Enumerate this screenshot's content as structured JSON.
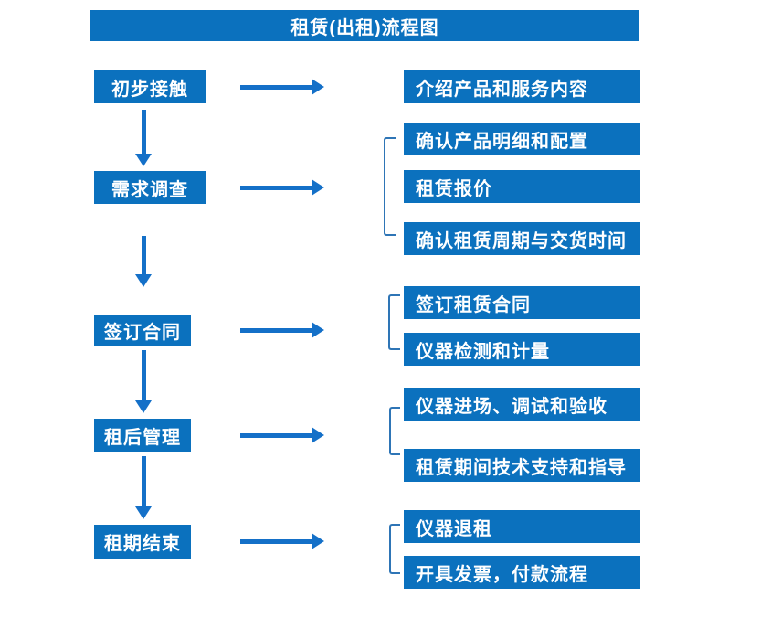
{
  "title": "租赁(出租)流程图",
  "colors": {
    "box": "#0b71be",
    "arrow": "#1470c8",
    "bracket": "#2e75b6",
    "text": "#ffffff"
  },
  "stages": [
    {
      "label": "初步接触",
      "outputs": [
        "介绍产品和服务内容"
      ]
    },
    {
      "label": "需求调查",
      "outputs": [
        "确认产品明细和配置",
        "租赁报价",
        "确认租赁周期与交货时间"
      ]
    },
    {
      "label": "签订合同",
      "outputs": [
        "签订租赁合同",
        "仪器检测和计量"
      ]
    },
    {
      "label": "租后管理",
      "outputs": [
        "仪器进场、调试和验收",
        "租赁期间技术支持和指导"
      ]
    },
    {
      "label": "租期结束",
      "outputs": [
        "仪器退租",
        "开具发票，付款流程"
      ]
    }
  ]
}
